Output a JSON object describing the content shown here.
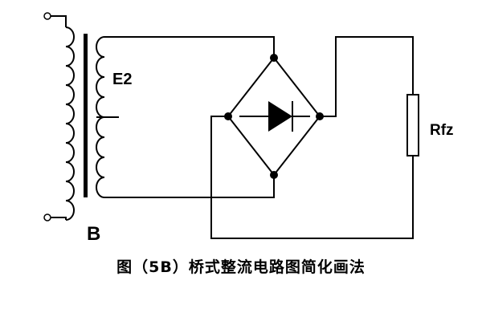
{
  "diagram": {
    "caption": "图（5B）桥式整流电路图简化画法",
    "transformer_label": "B",
    "secondary_label": "E2",
    "load_label": "Rfz"
  }
}
